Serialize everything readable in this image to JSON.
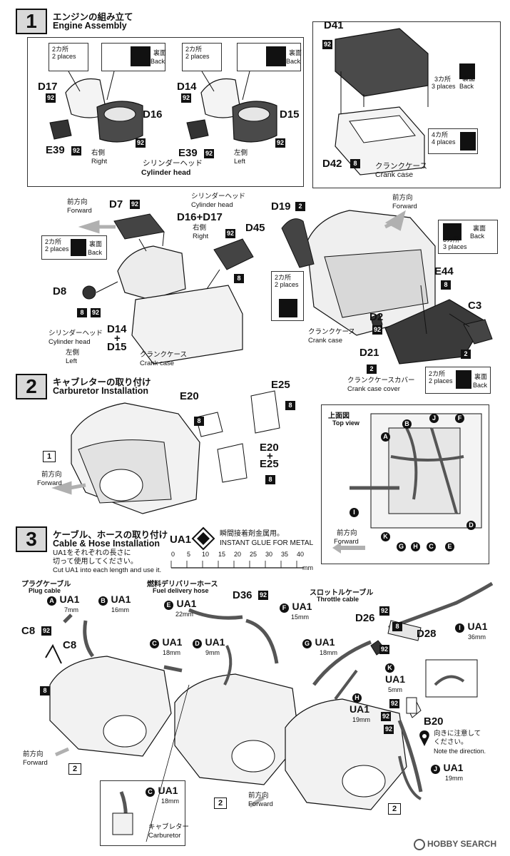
{
  "step1": {
    "number": "1",
    "title_jp": "エンジンの組み立て",
    "title_en": "Engine Assembly",
    "two_places_jp": "2カ所",
    "two_places_en": "2 places",
    "back_jp": "裏面",
    "back_en": "Back",
    "right_jp": "右側",
    "right_en": "Right",
    "left_jp": "左側",
    "left_en": "Left",
    "cylinder_head_jp": "シリンダーヘッド",
    "cylinder_head_en": "Cylinder head",
    "three_places_jp": "3カ所",
    "three_places_en": "3 places",
    "four_places_jp": "4カ所",
    "four_places_en": "4 places",
    "crank_case_jp": "クランクケース",
    "crank_case_en": "Crank case",
    "forward_jp": "前方向",
    "forward_en": "Forward",
    "crank_case_cover_jp": "クランクケースカバー",
    "crank_case_cover_en": "Crank case cover",
    "parts": {
      "d17": "D17",
      "d16": "D16",
      "e39a": "E39",
      "d14": "D14",
      "d15": "D15",
      "e39b": "E39",
      "d41": "D41",
      "d42": "D42",
      "d7": "D7",
      "d16d17": "D16+D17",
      "d45": "D45",
      "d8": "D8",
      "d14d15a": "D14",
      "d14d15b": "+",
      "d14d15c": "D15",
      "d19": "D19",
      "e44": "E44",
      "c3": "C3",
      "d2": "D2",
      "d21": "D21"
    },
    "paints": {
      "p92": "92",
      "p8": "8",
      "p2": "2"
    }
  },
  "step2": {
    "number": "2",
    "title_jp": "キャブレターの取り付け",
    "title_en": "Carburetor Installation",
    "parts": {
      "e20": "E20",
      "e25": "E25",
      "e20b": "E20",
      "plus": "+",
      "e25b": "E25"
    },
    "ref": "1",
    "top_view_jp": "上面図",
    "top_view_en": "Top view",
    "forward_jp": "前方向",
    "forward_en": "Forward",
    "letters": [
      "A",
      "B",
      "J",
      "F",
      "I",
      "D",
      "K",
      "G",
      "H",
      "C",
      "E"
    ]
  },
  "step3": {
    "number": "3",
    "title_jp": "ケーブル、ホースの取り付け",
    "title_en": "Cable & Hose Installation",
    "note_jp1": "UA1をそれぞれの長さに",
    "note_jp2": "切って使用してください。",
    "note_en": "Cut UA1 into each length and use it.",
    "ua1_label": "UA1",
    "glue_jp": "瞬間接着剤金属用。",
    "glue_en": "INSTANT GLUE  FOR METAL",
    "ruler_ticks": [
      "0",
      "5",
      "10",
      "15",
      "20",
      "25",
      "30",
      "35",
      "40"
    ],
    "ruler_unit": "mm",
    "plug_cable_jp": "プラグケーブル",
    "plug_cable_en": "Plug cable",
    "fuel_hose_jp": "燃料デリバリーホース",
    "fuel_hose_en": "Fuel delivery hose",
    "throttle_jp": "スロットルケーブル",
    "throttle_en": "Throttle cable",
    "ua_a": {
      "letter": "A",
      "name": "UA1",
      "size": "7mm"
    },
    "ua_b": {
      "letter": "B",
      "name": "UA1",
      "size": "16mm"
    },
    "ua_e": {
      "letter": "E",
      "name": "UA1",
      "size": "22mm"
    },
    "ua_f": {
      "letter": "F",
      "name": "UA1",
      "size": "15mm"
    },
    "ua_c": {
      "letter": "C",
      "name": "UA1",
      "size": "18mm"
    },
    "ua_d": {
      "letter": "D",
      "name": "UA1",
      "size": "9mm"
    },
    "ua_g": {
      "letter": "G",
      "name": "UA1",
      "size": "18mm"
    },
    "ua_i": {
      "letter": "I",
      "name": "UA1",
      "size": "36mm"
    },
    "ua_k": {
      "letter": "K",
      "name": "UA1",
      "size": "5mm"
    },
    "ua_h": {
      "letter": "H",
      "name": "UA1",
      "size": "19mm"
    },
    "ua_j": {
      "letter": "J",
      "name": "UA1",
      "size": "19mm"
    },
    "ua_c2": {
      "letter": "C",
      "name": "UA1",
      "size": "18mm"
    },
    "parts": {
      "c8a": "C8",
      "c8b": "C8",
      "d36": "D36",
      "d26": "D26",
      "d28": "D28",
      "b20": "B20"
    },
    "direction_jp1": "向きに注意して",
    "direction_jp2": "ください。",
    "direction_en": "Note the direction.",
    "carb_jp": "キャブレター",
    "carb_en": "Carburetor",
    "forward_jp": "前方向",
    "forward_en": "Forward",
    "ref": "2"
  },
  "watermark": "HOBBY SEARCH",
  "colors": {
    "ink": "#111111",
    "step_bg": "#d9d9d9",
    "engine_fill": "#e8e8e8",
    "dark_part": "#3a3a3a",
    "arrow": "#b0b0b0"
  }
}
